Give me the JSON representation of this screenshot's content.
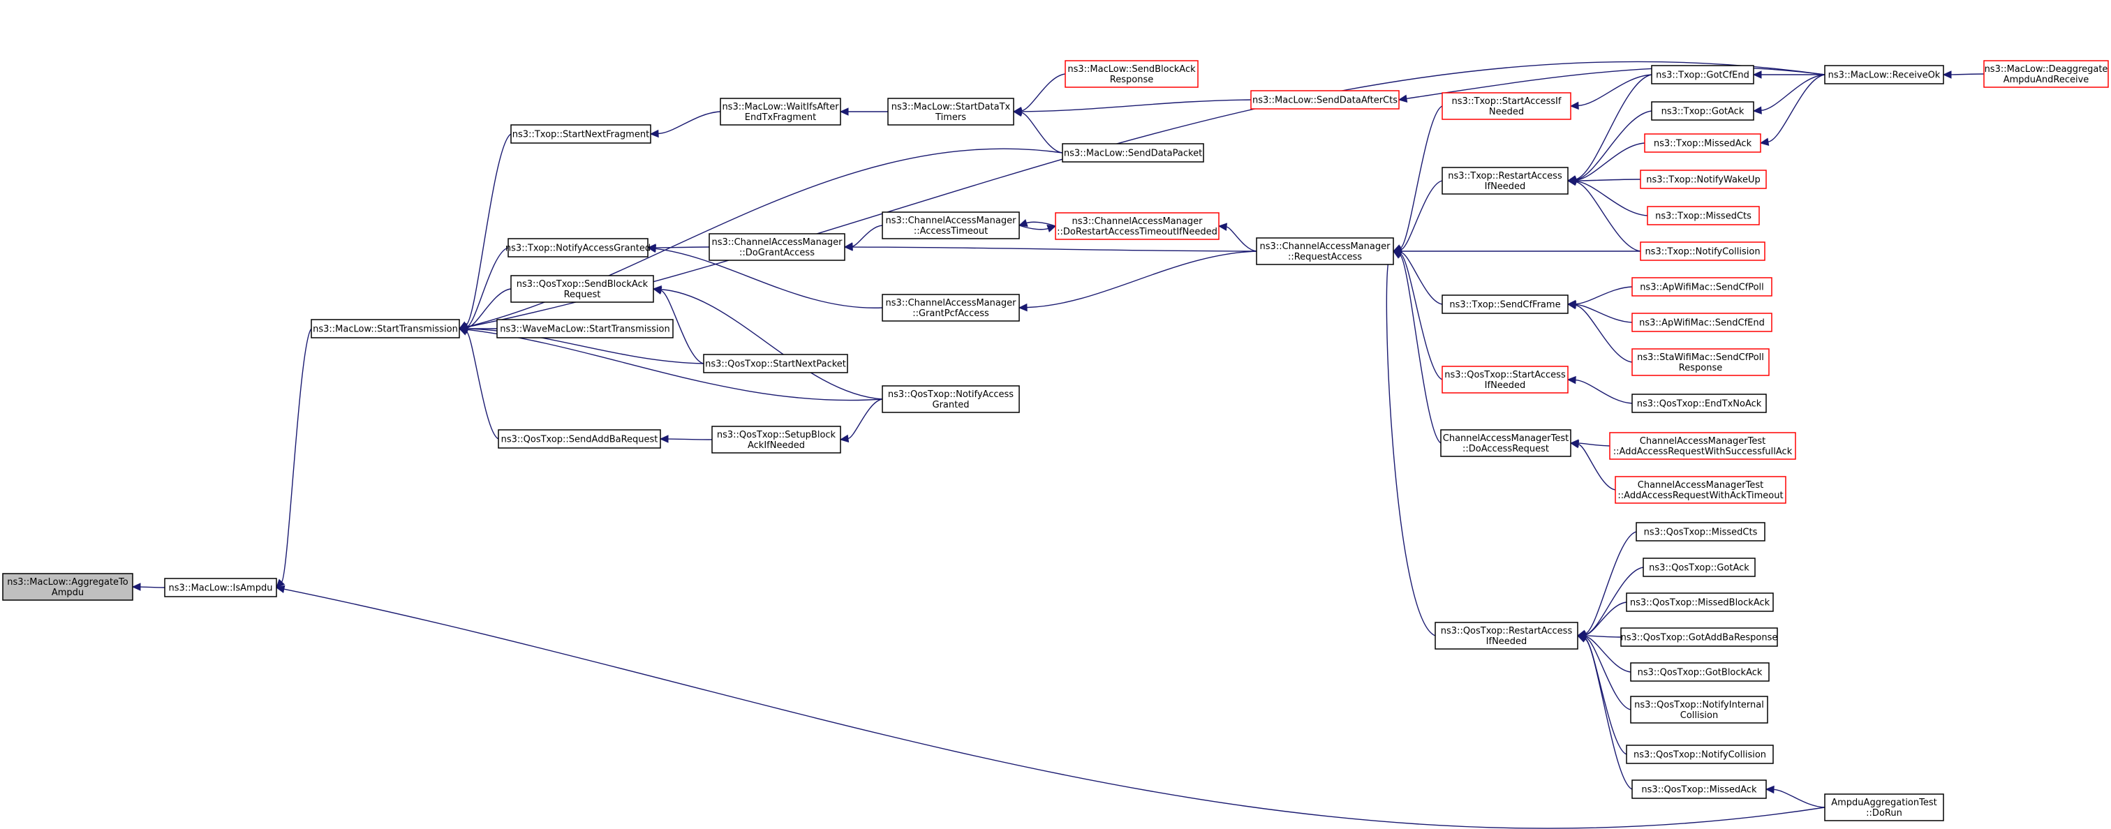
{
  "graph": {
    "kind": "doxygen-caller-graph",
    "colors": {
      "edge": "#191970",
      "root_fill": "#bfbfbf",
      "box_black": "#000000",
      "box_red": "#ff0000",
      "text": "#000000"
    },
    "nodes": [
      {
        "id": "n_agg",
        "lines": [
          "ns3::MacLow::AggregateTo",
          "Ampdu"
        ],
        "border": "black",
        "root": true
      },
      {
        "id": "n_isampdu",
        "lines": [
          "ns3::MacLow::IsAmpdu"
        ],
        "border": "black"
      },
      {
        "id": "n_starttx",
        "lines": [
          "ns3::MacLow::StartTransmission"
        ],
        "border": "black"
      },
      {
        "id": "n_startnextfrag",
        "lines": [
          "ns3::Txop::StartNextFragment"
        ],
        "border": "black"
      },
      {
        "id": "n_notifyaccessgranted",
        "lines": [
          "ns3::Txop::NotifyAccessGranted"
        ],
        "border": "black"
      },
      {
        "id": "n_qossendblockack",
        "lines": [
          "ns3::QosTxop::SendBlockAck",
          "Request"
        ],
        "border": "black"
      },
      {
        "id": "n_wavestarttx",
        "lines": [
          "ns3::WaveMacLow::StartTransmission"
        ],
        "border": "black"
      },
      {
        "id": "n_qossendaddba",
        "lines": [
          "ns3::QosTxop::SendAddBaRequest"
        ],
        "border": "black"
      },
      {
        "id": "n_waitifs",
        "lines": [
          "ns3::MacLow::WaitIfsAfter",
          "EndTxFragment"
        ],
        "border": "black"
      },
      {
        "id": "n_cam_dogrant",
        "lines": [
          "ns3::ChannelAccessManager",
          "::DoGrantAccess"
        ],
        "border": "black"
      },
      {
        "id": "n_qosstartnextpacket",
        "lines": [
          "ns3::QosTxop::StartNextPacket"
        ],
        "border": "black"
      },
      {
        "id": "n_qossetupblockack",
        "lines": [
          "ns3::QosTxop::SetupBlock",
          "AckIfNeeded"
        ],
        "border": "black"
      },
      {
        "id": "n_startdatatx",
        "lines": [
          "ns3::MacLow::StartDataTx",
          "Timers"
        ],
        "border": "black"
      },
      {
        "id": "n_cam_accesstimeout",
        "lines": [
          "ns3::ChannelAccessManager",
          "::AccessTimeout"
        ],
        "border": "black"
      },
      {
        "id": "n_cam_grantpcf",
        "lines": [
          "ns3::ChannelAccessManager",
          "::GrantPcfAccess"
        ],
        "border": "black"
      },
      {
        "id": "n_qosnotifyaccessgranted",
        "lines": [
          "ns3::QosTxop::NotifyAccess",
          "Granted"
        ],
        "border": "black"
      },
      {
        "id": "n_sendblockackresp",
        "lines": [
          "ns3::MacLow::SendBlockAck",
          "Response"
        ],
        "border": "red"
      },
      {
        "id": "n_senddatapacket",
        "lines": [
          "ns3::MacLow::SendDataPacket"
        ],
        "border": "black"
      },
      {
        "id": "n_cam_dorestart",
        "lines": [
          "ns3::ChannelAccessManager",
          "::DoRestartAccessTimeoutIfNeeded"
        ],
        "border": "red"
      },
      {
        "id": "n_senddataaftercts",
        "lines": [
          "ns3::MacLow::SendDataAfterCts"
        ],
        "border": "red"
      },
      {
        "id": "n_cam_requestaccess",
        "lines": [
          "ns3::ChannelAccessManager",
          "::RequestAccess"
        ],
        "border": "black"
      },
      {
        "id": "n_txop_startaccess",
        "lines": [
          "ns3::Txop::StartAccessIf",
          "Needed"
        ],
        "border": "red"
      },
      {
        "id": "n_txop_restartaccess",
        "lines": [
          "ns3::Txop::RestartAccess",
          "IfNeeded"
        ],
        "border": "black"
      },
      {
        "id": "n_txop_sendcfframe",
        "lines": [
          "ns3::Txop::SendCfFrame"
        ],
        "border": "black"
      },
      {
        "id": "n_qos_startaccess",
        "lines": [
          "ns3::QosTxop::StartAccess",
          "IfNeeded"
        ],
        "border": "red"
      },
      {
        "id": "n_camtest_doaccess",
        "lines": [
          "ChannelAccessManagerTest",
          "::DoAccessRequest"
        ],
        "border": "black"
      },
      {
        "id": "n_qos_restartaccess",
        "lines": [
          "ns3::QosTxop::RestartAccess",
          "IfNeeded"
        ],
        "border": "black"
      },
      {
        "id": "n_txop_gotcfend",
        "lines": [
          "ns3::Txop::GotCfEnd"
        ],
        "border": "black"
      },
      {
        "id": "n_txop_gotack",
        "lines": [
          "ns3::Txop::GotAck"
        ],
        "border": "black"
      },
      {
        "id": "n_txop_missedack",
        "lines": [
          "ns3::Txop::MissedAck"
        ],
        "border": "red"
      },
      {
        "id": "n_txop_notifywakeup",
        "lines": [
          "ns3::Txop::NotifyWakeUp"
        ],
        "border": "red"
      },
      {
        "id": "n_txop_missedcts",
        "lines": [
          "ns3::Txop::MissedCts"
        ],
        "border": "red"
      },
      {
        "id": "n_txop_notifycollision",
        "lines": [
          "ns3::Txop::NotifyCollision"
        ],
        "border": "red"
      },
      {
        "id": "n_ap_sendcfpoll",
        "lines": [
          "ns3::ApWifiMac::SendCfPoll"
        ],
        "border": "red"
      },
      {
        "id": "n_ap_sendcfend",
        "lines": [
          "ns3::ApWifiMac::SendCfEnd"
        ],
        "border": "red"
      },
      {
        "id": "n_sta_sendcfpollresp",
        "lines": [
          "ns3::StaWifiMac::SendCfPoll",
          "Response"
        ],
        "border": "red"
      },
      {
        "id": "n_qos_endtxnoack",
        "lines": [
          "ns3::QosTxop::EndTxNoAck"
        ],
        "border": "black"
      },
      {
        "id": "n_camtest_addsuccess",
        "lines": [
          "ChannelAccessManagerTest",
          "::AddAccessRequestWithSuccessfullAck"
        ],
        "border": "red"
      },
      {
        "id": "n_camtest_addacktimeout",
        "lines": [
          "ChannelAccessManagerTest",
          "::AddAccessRequestWithAckTimeout"
        ],
        "border": "red"
      },
      {
        "id": "n_qos_missedcts",
        "lines": [
          "ns3::QosTxop::MissedCts"
        ],
        "border": "black"
      },
      {
        "id": "n_qos_gotack",
        "lines": [
          "ns3::QosTxop::GotAck"
        ],
        "border": "black"
      },
      {
        "id": "n_qos_missedblockack",
        "lines": [
          "ns3::QosTxop::MissedBlockAck"
        ],
        "border": "black"
      },
      {
        "id": "n_qos_gotaddbaresp",
        "lines": [
          "ns3::QosTxop::GotAddBaResponse"
        ],
        "border": "black"
      },
      {
        "id": "n_qos_gotblockack",
        "lines": [
          "ns3::QosTxop::GotBlockAck"
        ],
        "border": "black"
      },
      {
        "id": "n_qos_notifyinternalcollision",
        "lines": [
          "ns3::QosTxop::NotifyInternal",
          "Collision"
        ],
        "border": "black"
      },
      {
        "id": "n_qos_notifycollision",
        "lines": [
          "ns3::QosTxop::NotifyCollision"
        ],
        "border": "black"
      },
      {
        "id": "n_qos_missedack",
        "lines": [
          "ns3::QosTxop::MissedAck"
        ],
        "border": "black"
      },
      {
        "id": "n_receiveok",
        "lines": [
          "ns3::MacLow::ReceiveOk"
        ],
        "border": "black"
      },
      {
        "id": "n_ampdutest_dorun",
        "lines": [
          "AmpduAggregationTest",
          "::DoRun"
        ],
        "border": "black"
      },
      {
        "id": "n_deaggregate",
        "lines": [
          "ns3::MacLow::Deaggregate",
          "AmpduAndReceive"
        ],
        "border": "red"
      }
    ],
    "edges": [
      [
        "n_agg",
        "n_isampdu"
      ],
      [
        "n_isampdu",
        "n_starttx"
      ],
      [
        "n_isampdu",
        "n_ampdutest_dorun"
      ],
      [
        "n_starttx",
        "n_startnextfrag"
      ],
      [
        "n_starttx",
        "n_notifyaccessgranted"
      ],
      [
        "n_starttx",
        "n_qossendblockack"
      ],
      [
        "n_starttx",
        "n_wavestarttx"
      ],
      [
        "n_starttx",
        "n_qossendaddba"
      ],
      [
        "n_starttx",
        "n_senddatapacket"
      ],
      [
        "n_starttx",
        "n_qosstartnextpacket"
      ],
      [
        "n_starttx",
        "n_qosnotifyaccessgranted"
      ],
      [
        "n_starttx",
        "n_receiveok"
      ],
      [
        "n_startnextfrag",
        "n_waitifs"
      ],
      [
        "n_waitifs",
        "n_startdatatx"
      ],
      [
        "n_startdatatx",
        "n_sendblockackresp"
      ],
      [
        "n_startdatatx",
        "n_senddatapacket"
      ],
      [
        "n_startdatatx",
        "n_senddataaftercts"
      ],
      [
        "n_senddataaftercts",
        "n_receiveok"
      ],
      [
        "n_notifyaccessgranted",
        "n_cam_dogrant"
      ],
      [
        "n_notifyaccessgranted",
        "n_cam_grantpcf"
      ],
      [
        "n_cam_dogrant",
        "n_cam_accesstimeout"
      ],
      [
        "n_cam_dogrant",
        "n_cam_requestaccess"
      ],
      [
        "n_cam_accesstimeout",
        "n_cam_dorestart"
      ],
      [
        "n_cam_dorestart",
        "n_cam_accesstimeout"
      ],
      [
        "n_cam_dorestart",
        "n_cam_requestaccess"
      ],
      [
        "n_cam_grantpcf",
        "n_cam_requestaccess"
      ],
      [
        "n_qossendblockack",
        "n_qosstartnextpacket"
      ],
      [
        "n_qossendblockack",
        "n_qosnotifyaccessgranted"
      ],
      [
        "n_qossendaddba",
        "n_qossetupblockack"
      ],
      [
        "n_qossetupblockack",
        "n_qosnotifyaccessgranted"
      ],
      [
        "n_cam_requestaccess",
        "n_txop_startaccess"
      ],
      [
        "n_cam_requestaccess",
        "n_txop_restartaccess"
      ],
      [
        "n_cam_requestaccess",
        "n_txop_sendcfframe"
      ],
      [
        "n_cam_requestaccess",
        "n_qos_startaccess"
      ],
      [
        "n_cam_requestaccess",
        "n_camtest_doaccess"
      ],
      [
        "n_cam_requestaccess",
        "n_qos_restartaccess"
      ],
      [
        "n_cam_requestaccess",
        "n_txop_notifycollision"
      ],
      [
        "n_txop_startaccess",
        "n_txop_gotcfend"
      ],
      [
        "n_txop_restartaccess",
        "n_txop_gotcfend"
      ],
      [
        "n_txop_restartaccess",
        "n_txop_gotack"
      ],
      [
        "n_txop_restartaccess",
        "n_txop_missedack"
      ],
      [
        "n_txop_restartaccess",
        "n_txop_notifywakeup"
      ],
      [
        "n_txop_restartaccess",
        "n_txop_missedcts"
      ],
      [
        "n_txop_restartaccess",
        "n_txop_notifycollision"
      ],
      [
        "n_txop_gotcfend",
        "n_receiveok"
      ],
      [
        "n_txop_gotack",
        "n_receiveok"
      ],
      [
        "n_txop_missedack",
        "n_receiveok"
      ],
      [
        "n_receiveok",
        "n_deaggregate"
      ],
      [
        "n_txop_sendcfframe",
        "n_ap_sendcfpoll"
      ],
      [
        "n_txop_sendcfframe",
        "n_ap_sendcfend"
      ],
      [
        "n_txop_sendcfframe",
        "n_sta_sendcfpollresp"
      ],
      [
        "n_qos_startaccess",
        "n_qos_endtxnoack"
      ],
      [
        "n_camtest_doaccess",
        "n_camtest_addsuccess"
      ],
      [
        "n_camtest_doaccess",
        "n_camtest_addacktimeout"
      ],
      [
        "n_qos_restartaccess",
        "n_qos_missedcts"
      ],
      [
        "n_qos_restartaccess",
        "n_qos_gotack"
      ],
      [
        "n_qos_restartaccess",
        "n_qos_missedblockack"
      ],
      [
        "n_qos_restartaccess",
        "n_qos_gotaddbaresp"
      ],
      [
        "n_qos_restartaccess",
        "n_qos_gotblockack"
      ],
      [
        "n_qos_restartaccess",
        "n_qos_notifyinternalcollision"
      ],
      [
        "n_qos_restartaccess",
        "n_qos_notifycollision"
      ],
      [
        "n_qos_restartaccess",
        "n_qos_missedack"
      ],
      [
        "n_qos_missedack",
        "n_ampdutest_dorun"
      ]
    ]
  }
}
